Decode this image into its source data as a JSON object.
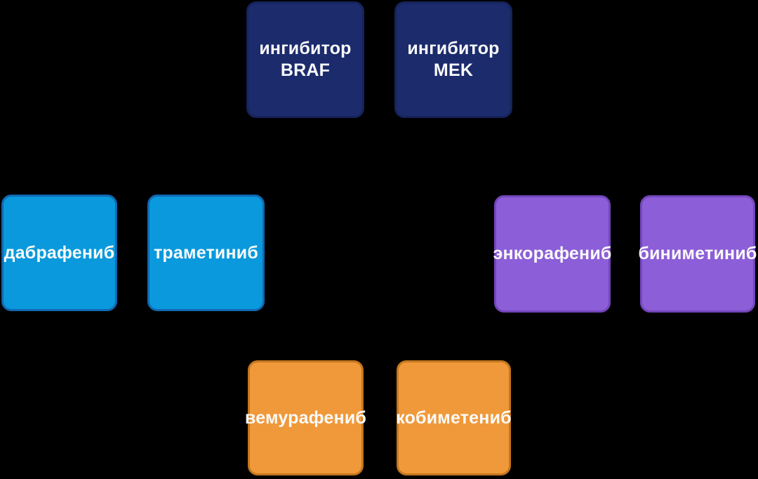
{
  "palette": {
    "background": "#000000",
    "inhibitor_class_fill": "#1b2b6c",
    "inhibitor_class_border": "#16235a",
    "braf_mek_combo1_fill": "#0999dc",
    "braf_mek_combo1_border": "#1168b2",
    "braf_mek_combo2_fill": "#8c5ed8",
    "braf_mek_combo2_border": "#7446bb",
    "braf_mek_combo3_fill": "#f0993a",
    "braf_mek_combo3_border": "#c4761e",
    "text": "#fafafa"
  },
  "nodes": [
    {
      "id": "braf-inhibitor",
      "lines": [
        "ингибитор",
        "BRAF"
      ],
      "fill": "#1b2b6c",
      "border": "#16235a"
    },
    {
      "id": "mek-inhibitor",
      "lines": [
        "ингибитор",
        "MEK"
      ],
      "fill": "#1b2b6c",
      "border": "#16235a"
    },
    {
      "id": "dabrafenib",
      "lines": [
        "дабрафениб"
      ],
      "fill": "#0999dc",
      "border": "#1168b2"
    },
    {
      "id": "trametinib",
      "lines": [
        "траметиниб"
      ],
      "fill": "#0999dc",
      "border": "#1168b2"
    },
    {
      "id": "encorafenib",
      "lines": [
        "энкорафениб"
      ],
      "fill": "#8c5ed8",
      "border": "#7446bb"
    },
    {
      "id": "binimetinib",
      "lines": [
        "биниметиниб"
      ],
      "fill": "#8c5ed8",
      "border": "#7446bb"
    },
    {
      "id": "vemurafenib",
      "lines": [
        "вемурафениб"
      ],
      "fill": "#f0993a",
      "border": "#c4761e"
    },
    {
      "id": "cobimetinib",
      "lines": [
        "кобиметениб"
      ],
      "fill": "#f0993a",
      "border": "#c4761e"
    }
  ]
}
